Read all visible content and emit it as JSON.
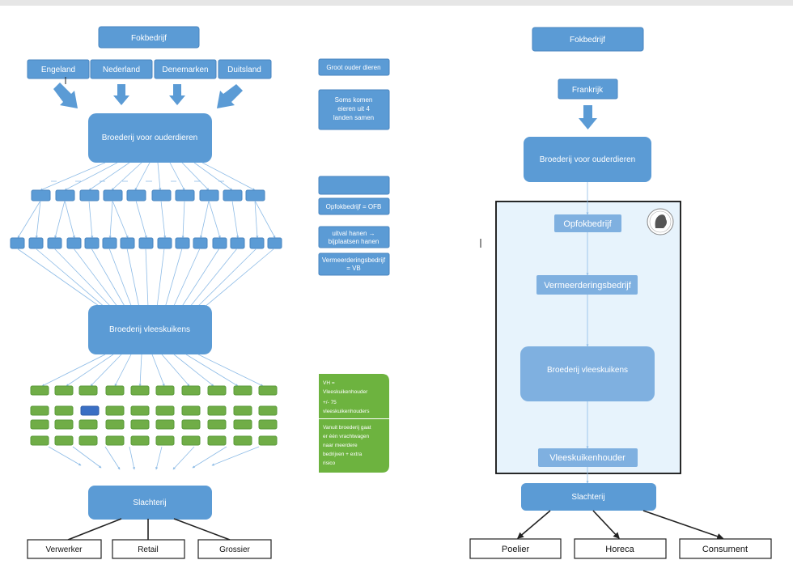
{
  "left": {
    "top": "Fokbedrijf",
    "countries": [
      "Engeland",
      "Nederland",
      "Denemarken",
      "Duitsland"
    ],
    "hatchery_parents": "Broederij voor ouderdieren",
    "hatchery_broilers": "Broederij vleeskuikens",
    "slaughter": "Slachterij",
    "outputs": [
      "Verwerker",
      "Retail",
      "Grossier"
    ]
  },
  "notes": {
    "note1": "Groot ouder dieren",
    "note2": [
      "Soms komen",
      "eieren uit 4",
      "landen samen"
    ],
    "note4": "Opfokbedrijf = OFB",
    "note5": [
      "uitval hanen →",
      "bijplaatsen hanen"
    ],
    "note6": [
      "Vermeerderingsbedrijf",
      "= VB"
    ],
    "green1": [
      "VH =",
      "Vleeskuikenhouder",
      "+/- 75",
      "vleeskuikenhouders"
    ],
    "green2": [
      "Vanuit broederij gaat",
      "er één vrachtwagen",
      "naar meerdere",
      "bedrijven + extra",
      "risico"
    ]
  },
  "right": {
    "top": "Fokbedrijf",
    "country": "Frankrijk",
    "hatchery_parents": "Broederij voor ouderdieren",
    "rearing": "Opfokbedrijf",
    "breeding": "Vermeerderingsbedrijf",
    "hatchery_broilers": "Broederij vleeskuikens",
    "broiler_farmer": "Vleeskuikenhouder",
    "slaughter": "Slachterij",
    "outputs": [
      "Poelier",
      "Horeca",
      "Consument"
    ]
  },
  "colors": {
    "blue": "#5b9bd5",
    "green": "#70ad47",
    "panel": "#e7f3fc"
  }
}
